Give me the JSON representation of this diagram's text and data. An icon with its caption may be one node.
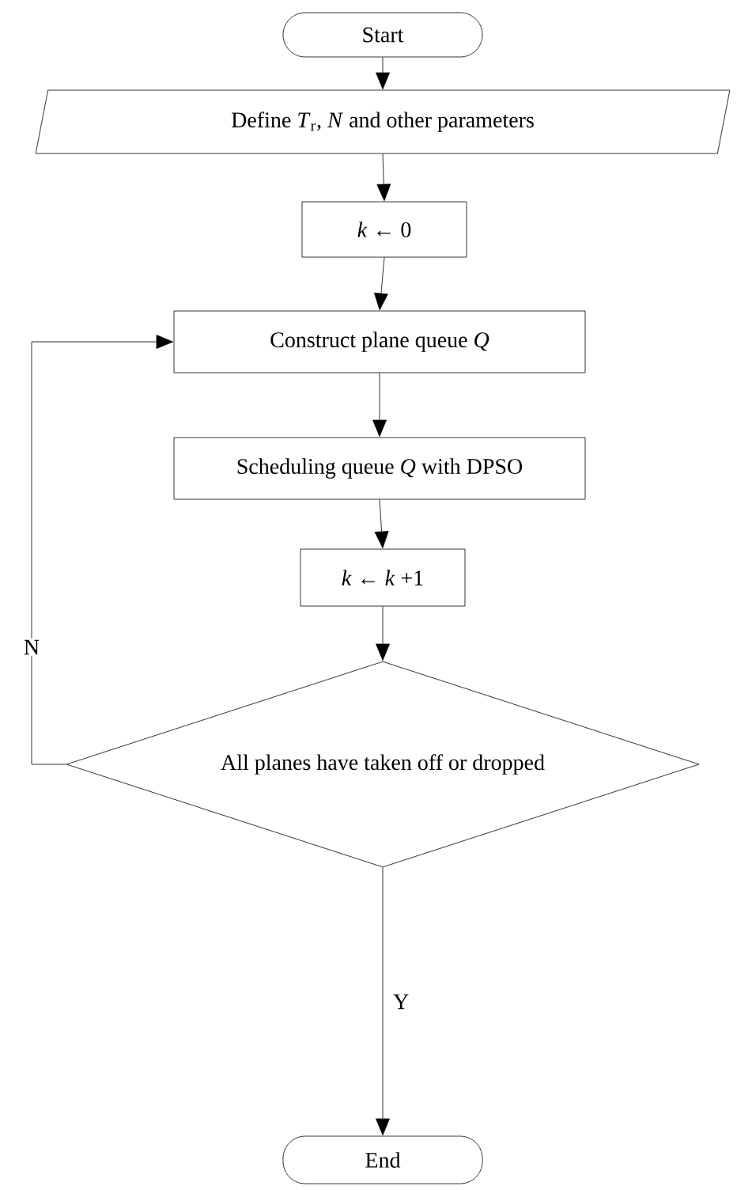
{
  "diagram": {
    "nodes": [
      {
        "text": [
          "Start"
        ]
      },
      {
        "text": [
          "Define *T*$_{r}$, *N* and other parameters"
        ]
      },
      {
        "text": [
          "*k* ← 0"
        ]
      },
      {
        "text": [
          "Construct plane queue *Q*"
        ]
      },
      {
        "text": [
          "Scheduling queue *Q* with DPSO"
        ]
      },
      {
        "text": [
          "*k* ← *k* +1"
        ]
      },
      {
        "text": [
          "All planes have taken off or dropped"
        ]
      },
      {
        "text": [
          "End"
        ]
      }
    ],
    "edges": [
      {
        "from": 0,
        "to": 1,
        "arrow": "to"
      },
      {
        "from": 1,
        "to": 2,
        "arrow": "to"
      },
      {
        "from": 2,
        "to": 3,
        "arrow": "to"
      },
      {
        "from": 3,
        "to": 4,
        "arrow": "to"
      },
      {
        "from": 4,
        "to": 5,
        "arrow": "to"
      },
      {
        "from": 5,
        "to": 6,
        "arrow": "to"
      },
      {
        "from": 6,
        "to": 7,
        "arrow": "to",
        "label": "Y"
      },
      {
        "from": 6,
        "to": 3,
        "arrow": "to",
        "label": "N"
      }
    ]
  }
}
